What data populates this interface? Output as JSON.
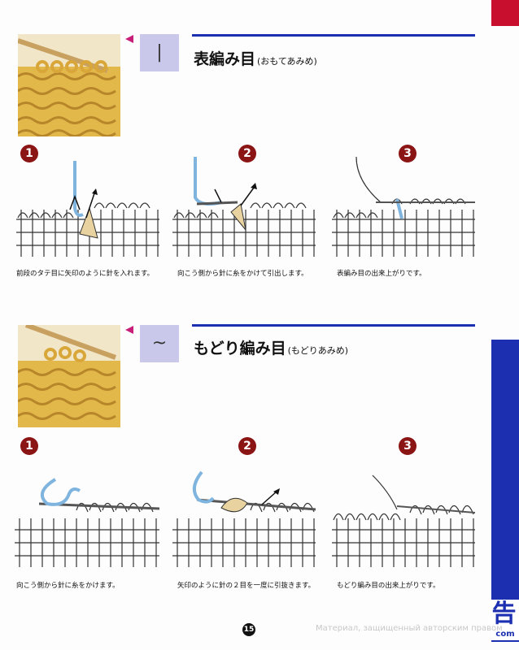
{
  "sections": [
    {
      "symbol": "|",
      "title": "表編み目",
      "reading": "(おもてあみめ)",
      "steps": [
        {
          "num": "1",
          "caption": "前段のタテ目に矢印のように針を入れます。"
        },
        {
          "num": "2",
          "caption": "向こう側から針に糸をかけて引出します。"
        },
        {
          "num": "3",
          "caption": "表編み目の出来上がりです。"
        }
      ]
    },
    {
      "symbol": "~",
      "title": "もどり編み目",
      "reading": "(もどりあみめ)",
      "steps": [
        {
          "num": "1",
          "caption": "向こう側から針に糸をかけます。"
        },
        {
          "num": "2",
          "caption": "矢印のように針の２目を一度に引抜きます。"
        },
        {
          "num": "3",
          "caption": "もどり編み目の出来上がりです。"
        }
      ]
    }
  ],
  "page_number": "15",
  "watermark": {
    "text": "Материал, защищенный авторским правом",
    "char": "告",
    "domain": "com"
  },
  "colors": {
    "accent_blue": "#1b2fb0",
    "accent_red": "#c8102e",
    "marker_pink": "#c81e7a",
    "symbol_box": "#c9c8ea",
    "step_circle": "#8b1414",
    "yarn_photo": "#e2b84a",
    "yarn_line": "#7fb4de"
  }
}
